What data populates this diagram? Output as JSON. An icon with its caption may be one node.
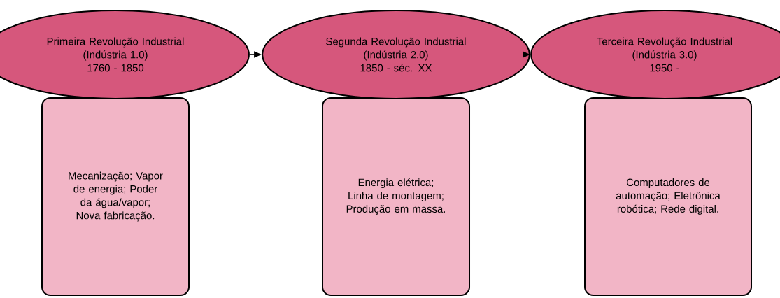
{
  "diagram": {
    "nodes": [
      {
        "text": [
          "Primeira Revolução Industrial",
          "(Indústria 1.0)",
          "1760 - 1850"
        ]
      },
      {
        "text": [
          "Mecanização; Vapor de energia; Poder da água/vapor; Nova fabricação."
        ]
      },
      {
        "text": [
          "Segunda Revolução Industrial",
          "(Indústria 2.0)",
          "1850 - séc. XX"
        ]
      },
      {
        "text": [
          "Energia elétrica; Linha de montagem; Produção em massa."
        ]
      },
      {
        "text": [
          "Terceira Revolução Industrial",
          "(Indústria 3.0)",
          "1950 -"
        ]
      },
      {
        "text": [
          "Computadores de automação; Eletrônica robótica; Rede digital."
        ]
      }
    ],
    "edges": [
      {
        "from": 0,
        "to": 2,
        "arrow": "to"
      },
      {
        "from": 2,
        "to": 4,
        "arrow": "to"
      }
    ]
  }
}
